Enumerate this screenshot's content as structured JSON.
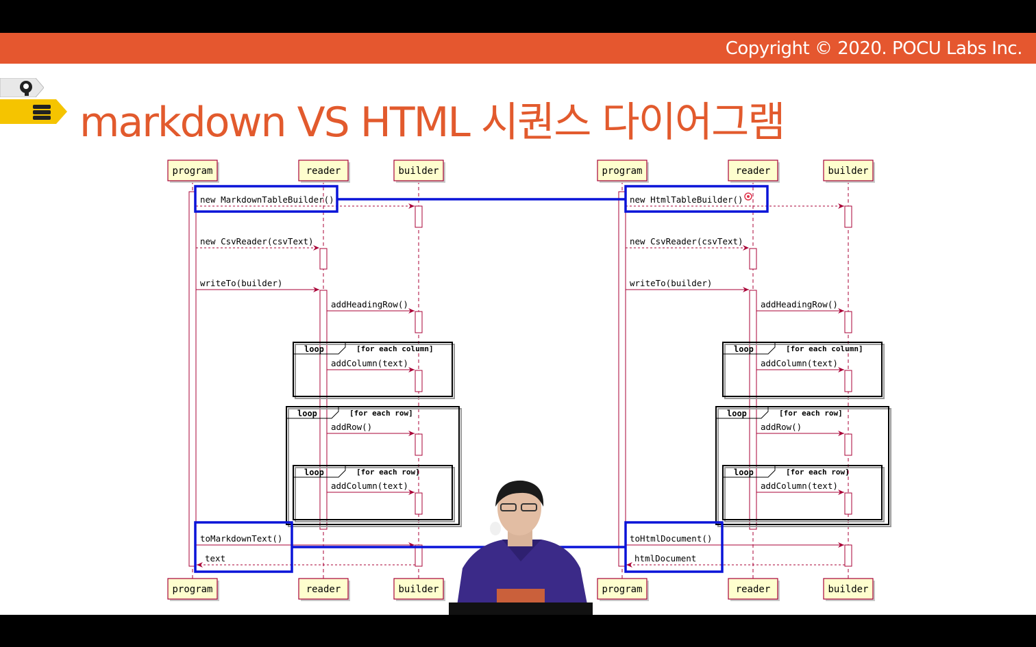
{
  "slide": {
    "copyright": "Copyright © 2020. POCU Labs Inc.",
    "title": "markdown VS HTML 시퀀스 다이어그램",
    "icons": [
      "brain-head-icon",
      "stack-book-icon"
    ]
  },
  "diagrams": {
    "left": {
      "participants": [
        "program",
        "reader",
        "builder"
      ],
      "messages": {
        "new_builder": "new MarkdownTableBuilder()",
        "new_reader": "new CsvReader(csvText)",
        "write_to": "writeTo(builder)",
        "add_heading": "addHeadingRow()",
        "add_column_1": "addColumn(text)",
        "add_row": "addRow()",
        "add_column_2": "addColumn(text)",
        "to_text": "toMarkdownText()",
        "return": "text"
      },
      "loops": {
        "l1_label": "loop",
        "l1_cond": "[for each column]",
        "l2_label": "loop",
        "l2_cond": "[for each row]",
        "l3_label": "loop",
        "l3_cond": "[for each row]"
      }
    },
    "right": {
      "participants": [
        "program",
        "reader",
        "builder"
      ],
      "messages": {
        "new_builder": "new HtmlTableBuilder()",
        "new_reader": "new CsvReader(csvText)",
        "write_to": "writeTo(builder)",
        "add_heading": "addHeadingRow()",
        "add_column_1": "addColumn(text)",
        "add_row": "addRow()",
        "add_column_2": "addColumn(text)",
        "to_text": "toHtmlDocument()",
        "return": "htmlDocument"
      },
      "loops": {
        "l1_label": "loop",
        "l1_cond": "[for each column]",
        "l2_label": "loop",
        "l2_cond": "[for each row]",
        "l3_label": "loop",
        "l3_cond": "[for each row]"
      }
    }
  },
  "colors": {
    "accent_orange": "#e5572f",
    "title_orange": "#e25a2d",
    "arrow": "#a80036",
    "participant_fill": "#fefece",
    "highlight": "#0a14d8"
  }
}
